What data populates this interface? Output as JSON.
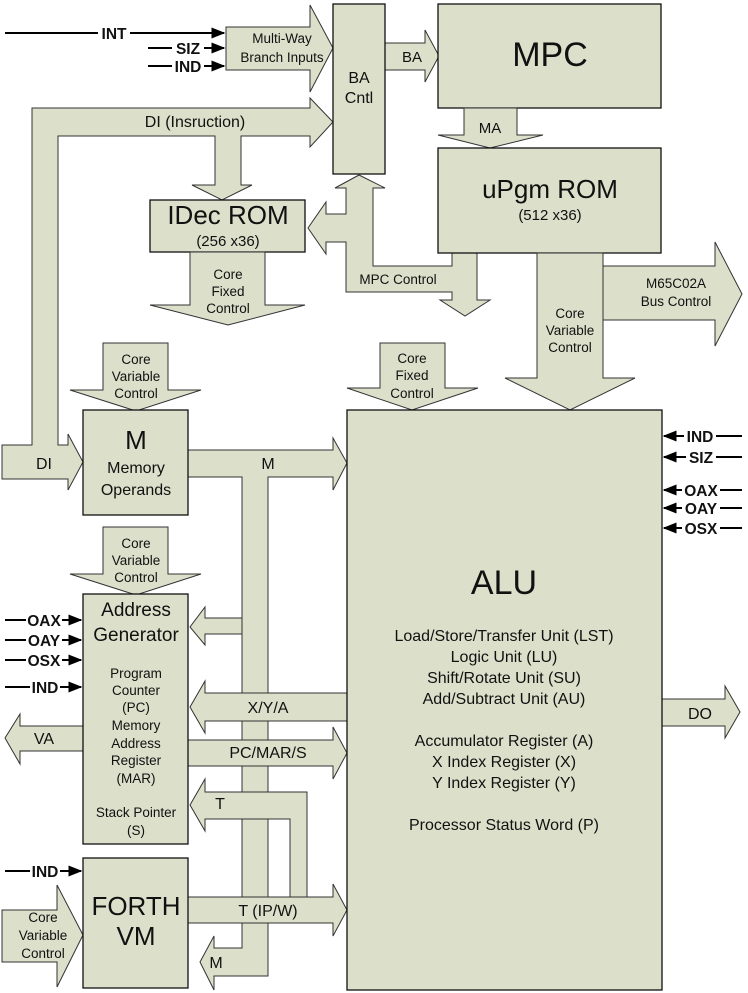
{
  "diagram": {
    "colors": {
      "block_fill": "#dcdfca",
      "stroke": "#111111",
      "background": "#ffffff"
    },
    "blocks": {
      "mpc": {
        "title": "MPC"
      },
      "ba_cntl": {
        "line1": "BA",
        "line2": "Cntl"
      },
      "upgm_rom": {
        "title": "uPgm ROM",
        "size": "(512 x36)"
      },
      "idec_rom": {
        "title": "IDec ROM",
        "size": "(256 x36)"
      },
      "m_block": {
        "title": "M",
        "line1": "Memory",
        "line2": "Operands"
      },
      "addr_gen": {
        "line1": "Address",
        "line2": "Generator",
        "details": [
          "Program",
          "Counter",
          "(PC)",
          "Memory",
          "Address",
          "Register",
          "(MAR)",
          "",
          "Stack Pointer",
          "(S)"
        ]
      },
      "forth_vm": {
        "line1": "FORTH",
        "line2": "VM"
      },
      "alu": {
        "title": "ALU",
        "units": [
          "Load/Store/Transfer Unit (LST)",
          "Logic Unit (LU)",
          "Shift/Rotate Unit (SU)",
          "Add/Subtract Unit (AU)"
        ],
        "registers": [
          "Accumulator Register (A)",
          "X Index Register (X)",
          "Y Index Register (Y)"
        ],
        "status": "Processor Status Word (P)"
      }
    },
    "arrows": {
      "multiway": {
        "line1": "Multi-Way",
        "line2": "Branch Inputs"
      },
      "ba": "BA",
      "ma": "MA",
      "di_instruction": "DI (Insruction)",
      "mpc_control": "MPC Control",
      "bus_control": {
        "line1": "M65C02A",
        "line2": "Bus Control"
      },
      "core_variable_control": [
        "Core",
        "Variable",
        "Control"
      ],
      "core_fixed_control": [
        "Core",
        "Fixed",
        "Control"
      ],
      "di": "DI",
      "m_bus": "M",
      "xya": "X/Y/A",
      "pc_mar_s": "PC/MAR/S",
      "t": "T",
      "t_ipw": "T (IP/W)",
      "m_back": "M",
      "va": "VA",
      "do": "DO"
    },
    "signals": {
      "top": [
        "INT",
        "SIZ",
        "IND"
      ],
      "alu_right": [
        "IND",
        "SIZ",
        "OAX",
        "OAY",
        "OSX"
      ],
      "addr_gen_left": [
        "OAX",
        "OAY",
        "OSX",
        "IND"
      ],
      "forth_left": [
        "IND"
      ]
    }
  }
}
